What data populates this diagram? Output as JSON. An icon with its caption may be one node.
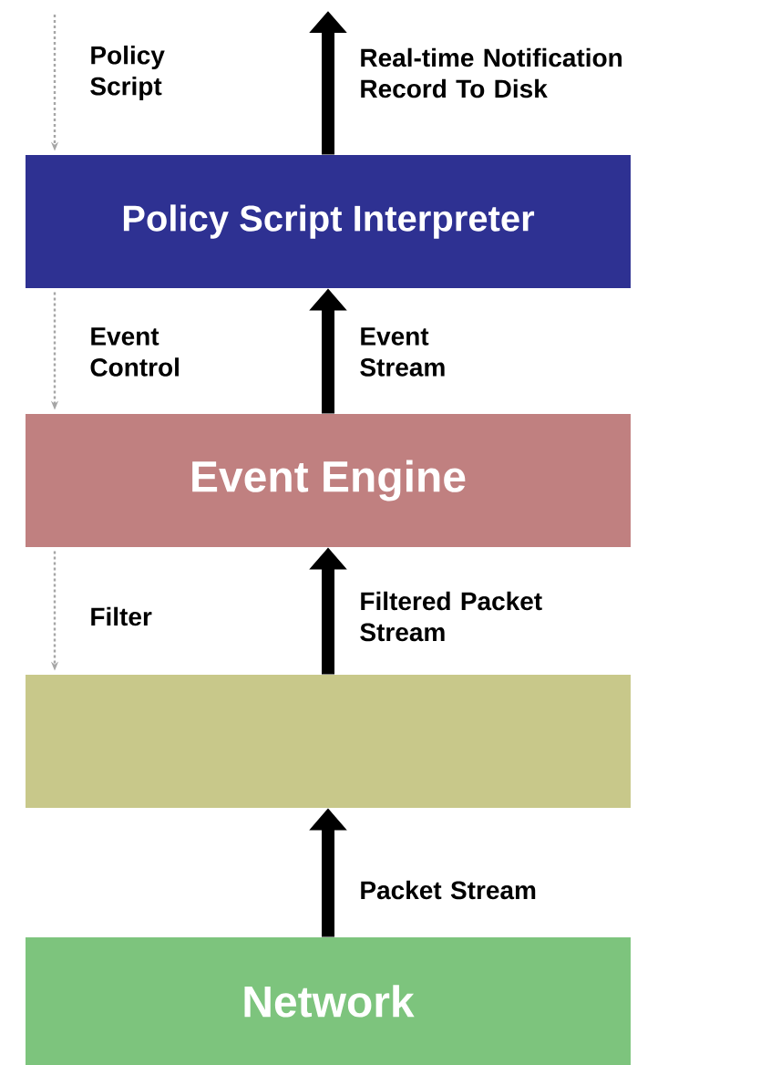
{
  "diagram": {
    "nodes": [
      {
        "text": [
          "Policy Script Interpreter"
        ]
      },
      {
        "text": [
          "Event Engine"
        ]
      },
      {
        "text": [],
        "shape": "box"
      },
      {
        "text": [
          "Network"
        ]
      }
    ],
    "edges": [
      {
        "from": 3,
        "to": 2,
        "arrow": "to",
        "label": "Packet Stream"
      },
      {
        "from": 2,
        "to": 1,
        "arrow": "to",
        "label": "Filtered Packet Stream"
      },
      {
        "from": 1,
        "to": 0,
        "arrow": "to",
        "label": "Event Stream"
      },
      {
        "from": 0,
        "to": null,
        "arrow": "to",
        "label": "Real-time Notification Record To Disk"
      },
      {
        "from": null,
        "to": 0,
        "arrow": "to",
        "label": "Policy Script",
        "style": "dashed",
        "color": "#a6a6a6"
      },
      {
        "from": 0,
        "to": 1,
        "arrow": "to",
        "label": "Event Control",
        "style": "dashed",
        "color": "#a6a6a6"
      },
      {
        "from": 1,
        "to": 2,
        "arrow": "to",
        "label": "Filter",
        "style": "dashed",
        "color": "#a6a6a6"
      }
    ]
  }
}
